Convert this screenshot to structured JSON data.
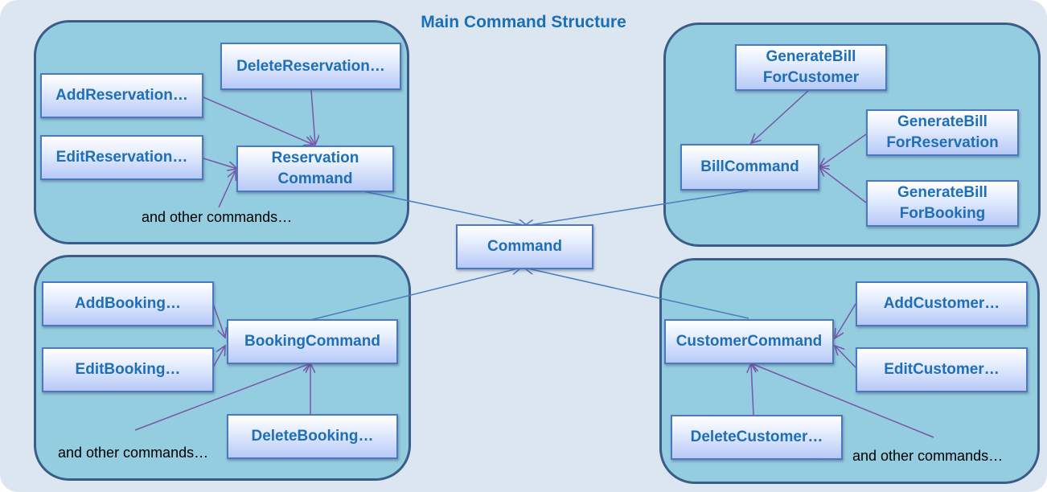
{
  "diagram": {
    "title": "Main Command Structure",
    "root": "Command",
    "groups": {
      "reservation": {
        "parent": "Reservation\nCommand",
        "children": [
          "DeleteReservation…",
          "AddReservation…",
          "EditReservation…"
        ],
        "note": "and other commands…"
      },
      "bill": {
        "parent": "BillCommand",
        "children": [
          "GenerateBill\nForCustomer",
          "GenerateBill\nForReservation",
          "GenerateBill\nForBooking"
        ]
      },
      "booking": {
        "parent": "BookingCommand",
        "children": [
          "AddBooking…",
          "EditBooking…",
          "DeleteBooking…"
        ],
        "note": "and other commands…"
      },
      "customer": {
        "parent": "CustomerCommand",
        "children": [
          "AddCustomer…",
          "EditCustomer…",
          "DeleteCustomer…"
        ],
        "note": "and other commands…"
      }
    },
    "colors": {
      "background": "#dce6f1",
      "group_fill": "#94cddf",
      "group_border": "#3a5c8a",
      "node_text": "#1e6fb8",
      "arrow_to_root": "#4a7cc0",
      "arrow_in_group": "#7a55a8"
    }
  }
}
